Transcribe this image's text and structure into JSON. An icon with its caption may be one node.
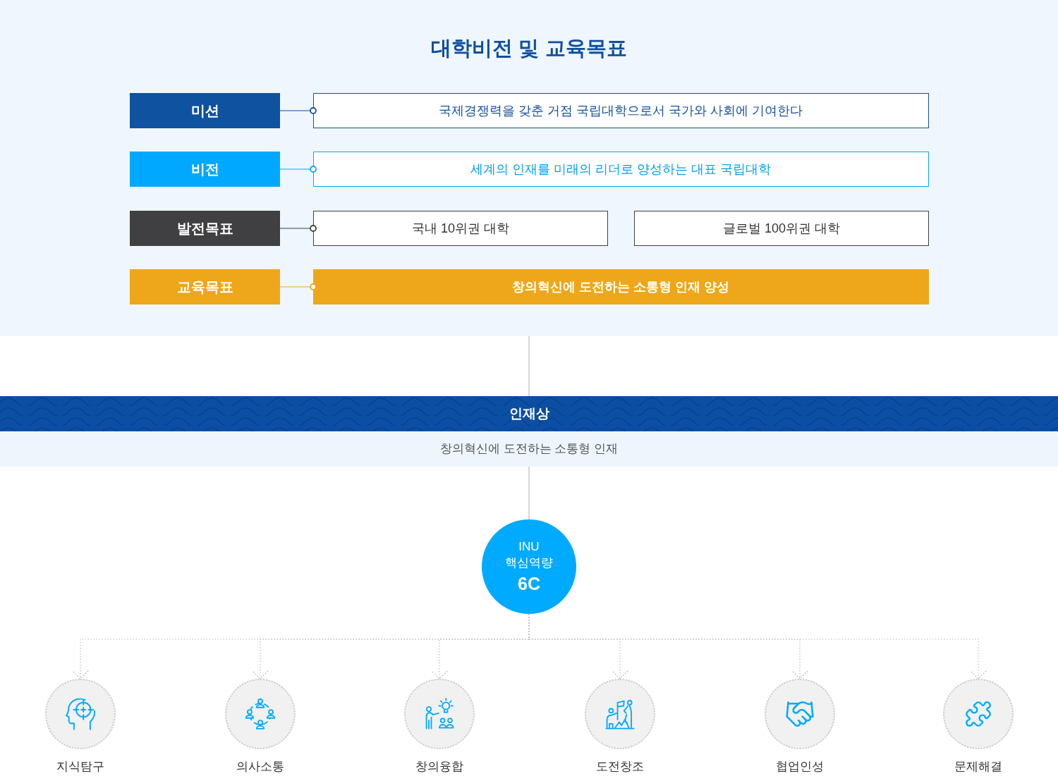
{
  "diagram": {
    "nodes": [
      {
        "text": [
          "대학비전 및 교육목표"
        ]
      },
      {
        "text": [
          "미션"
        ],
        "in": 0
      },
      {
        "text": [
          "국제경쟁력을 갖춘 거점 국립대학으로서 국가와 사회에 기여한다"
        ],
        "in": 0
      },
      {
        "text": [
          "비전"
        ],
        "in": 0
      },
      {
        "text": [
          "세계의 인재를 미래의 리더로 양성하는 대표 국립대학"
        ],
        "in": 0
      },
      {
        "text": [
          "발전목표"
        ],
        "in": 0
      },
      {
        "text": [
          "국내 10위권 대학"
        ],
        "in": 0
      },
      {
        "text": [
          "글로벌 100위권 대학"
        ],
        "in": 0
      },
      {
        "text": [
          "교육목표"
        ],
        "in": 0
      },
      {
        "text": [
          "창의혁신에 도전하는 소통형 인재 양성"
        ],
        "in": 0
      },
      {
        "text": [
          "인재상"
        ]
      },
      {
        "text": [
          "창의혁신에 도전하는 소통형 인재"
        ]
      },
      {
        "text": [
          "INU 핵심역량",
          "6C"
        ]
      },
      {
        "text": [
          "지식탐구"
        ]
      },
      {
        "text": [
          "의사소통"
        ]
      },
      {
        "text": [
          "창의융합"
        ]
      },
      {
        "text": [
          "도전창조"
        ]
      },
      {
        "text": [
          "협업인성"
        ]
      },
      {
        "text": [
          "문제해결"
        ]
      }
    ],
    "edges": [
      {
        "from": 1,
        "to": 2,
        "arrow": "other",
        "color": "#0f52a0"
      },
      {
        "from": 3,
        "to": 4,
        "arrow": "other",
        "color": "#00a8ff"
      },
      {
        "from": 5,
        "to": 6,
        "arrow": "other",
        "color": "#404042"
      },
      {
        "from": 8,
        "to": 9,
        "arrow": "other",
        "color": "#eea71a"
      },
      {
        "from": 0,
        "to": 10,
        "arrow": "none"
      },
      {
        "from": 11,
        "to": 12,
        "arrow": "none"
      },
      {
        "from": 12,
        "to": 13,
        "arrow": "to",
        "style": "dashed"
      },
      {
        "from": 12,
        "to": 14,
        "arrow": "to",
        "style": "dashed"
      },
      {
        "from": 12,
        "to": 15,
        "arrow": "to",
        "style": "dashed"
      },
      {
        "from": 12,
        "to": 16,
        "arrow": "to",
        "style": "dashed"
      },
      {
        "from": 12,
        "to": 17,
        "arrow": "to",
        "style": "dashed"
      },
      {
        "from": 12,
        "to": 18,
        "arrow": "to",
        "style": "dashed"
      }
    ]
  }
}
